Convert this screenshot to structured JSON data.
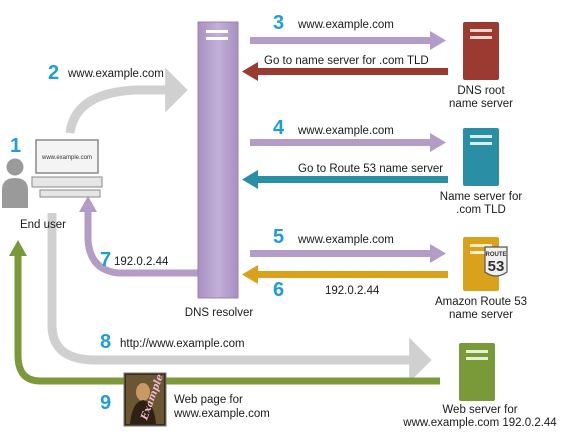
{
  "colors": {
    "resolver": "#b39dc7",
    "query_arrow": "#b39dc7",
    "root_server": "#9b3a30",
    "tld_server": "#2a8fa4",
    "route53_server": "#d9a21a",
    "web_server": "#7a9a3a",
    "user_arrow": "#d0d0d0",
    "step_number": "#1e9ed8"
  },
  "nodes": {
    "end_user": "End user",
    "end_user_screen": "www.example.com",
    "resolver": "DNS resolver",
    "root": {
      "line1": "DNS root",
      "line2": "name server"
    },
    "tld": {
      "line1": "Name server for",
      "line2": ".com TLD"
    },
    "route53": {
      "line1": "Amazon Route 53",
      "line2": "name server",
      "badge_top": "ROUTE",
      "badge_num": "53"
    },
    "web": {
      "line1": "Web server for",
      "line2": "www.example.com 192.0.2.44"
    }
  },
  "steps": [
    {
      "num": "1"
    },
    {
      "num": "2",
      "label": "www.example.com"
    },
    {
      "num": "3",
      "label": "www.example.com"
    },
    {
      "label": "Go to name server for .com TLD"
    },
    {
      "num": "4",
      "label": "www.example.com"
    },
    {
      "label": "Go to Route 53 name server"
    },
    {
      "num": "5",
      "label": "www.example.com"
    },
    {
      "num": "6",
      "label": "192.0.2.44"
    },
    {
      "num": "7",
      "label": "192.0.2.44"
    },
    {
      "num": "8",
      "label": "http://www.example.com"
    },
    {
      "num": "9",
      "line1": "Web page for",
      "line2": "www.example.com"
    }
  ],
  "web_page_image": {
    "caption": "Example"
  }
}
